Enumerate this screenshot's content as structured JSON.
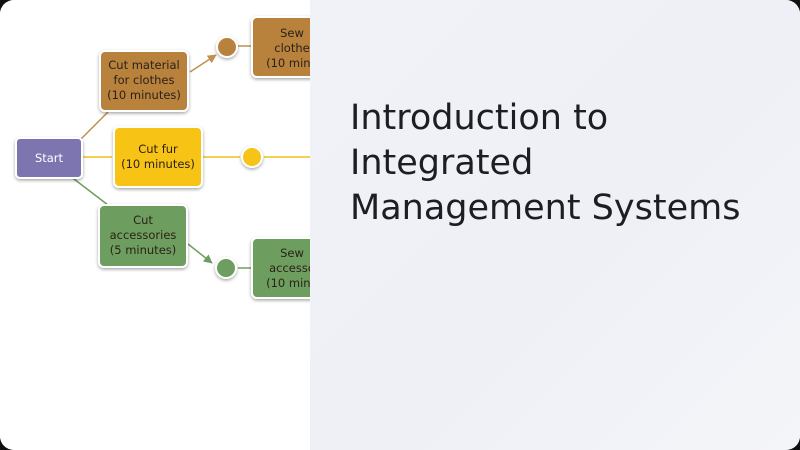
{
  "slide": {
    "title_lines": [
      "Introduction to",
      "Integrated",
      "Management Systems"
    ]
  },
  "diagram": {
    "colors": {
      "start": "#7c75b0",
      "brown": "#b8823d",
      "yellow": "#f7c418",
      "green": "#6e9e5e",
      "line_brown": "#c09050",
      "line_yellow": "#f2c21a",
      "line_green": "#6e9e5e"
    },
    "nodes": {
      "start": {
        "lines": [
          "Start"
        ]
      },
      "cut_material": {
        "lines": [
          "Cut material",
          "for clothes",
          "(10 minutes)"
        ]
      },
      "cut_fur": {
        "lines": [
          "Cut fur",
          "(10 minutes)"
        ]
      },
      "cut_accessories": {
        "lines": [
          "Cut",
          "accessories",
          "(5 minutes)"
        ]
      },
      "sew_clothes": {
        "lines": [
          "Sew",
          "clothe",
          "(10 minu"
        ]
      },
      "sew_accessories": {
        "lines": [
          "Sew",
          "accesso",
          "(10 minu"
        ]
      }
    }
  }
}
